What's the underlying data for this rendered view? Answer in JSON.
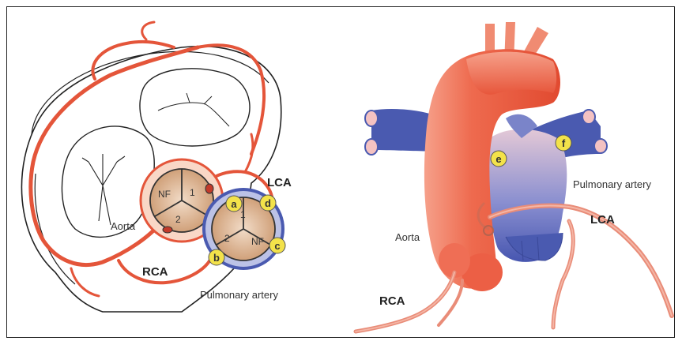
{
  "left_panel": {
    "label_lca": "LCA",
    "label_rca": "RCA",
    "label_aorta": "Aorta",
    "label_pulmonary": "Pulmonary artery",
    "aortic_cusps": [
      "NF",
      "1",
      "2"
    ],
    "pulmonary_cusps": [
      "1",
      "2",
      "NF"
    ],
    "markers": [
      "a",
      "b",
      "c",
      "d"
    ]
  },
  "right_panel": {
    "label_aorta": "Aorta",
    "label_rca": "RCA",
    "label_lca": "LCA",
    "label_pulmonary": "Pulmonary artery",
    "markers": [
      "e",
      "f"
    ]
  },
  "colors": {
    "artery_red": "#e8553a",
    "pulmonary_blue": "#4a5ab0",
    "marker_yellow": "#f3e24a",
    "cusp_tan": "#d8b290"
  }
}
